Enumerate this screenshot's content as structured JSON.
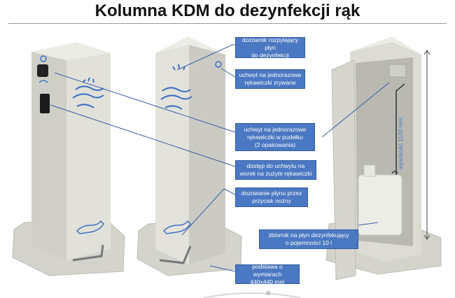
{
  "title": "Kolumna KDM do dezynfekcji rąk",
  "callouts": {
    "dispenser": "dozownik rozpylający płyn\ndo dezynfekcji",
    "glove_holder_tear": "uchwyt na jednorazowe\nrękawiczki zrywane",
    "glove_holder_box": "uchwyt na jednorazowe\nrękawiczki w pudełku\n(2 opakowania)",
    "bag_access": "dostęp do uchwytu na\nworek na zużyte rękawiczki",
    "foot_pedal": "dozowanie płynu przez\nprzycisk nożny",
    "tank": "zbiornik na płyn dezynfekujący\no pojemności 10 l",
    "base": "podstawa o wymiarach\n440x440 mm"
  },
  "height_label": "wysokość 1100 mm",
  "registered_mark": "®",
  "colors": {
    "callout_fill": "#4a78c2",
    "leader_line": "#3a5fa8",
    "column_body": "#d9d9d2",
    "column_shadow": "#c2c2ba",
    "pictogram": "#3f6fc4"
  }
}
